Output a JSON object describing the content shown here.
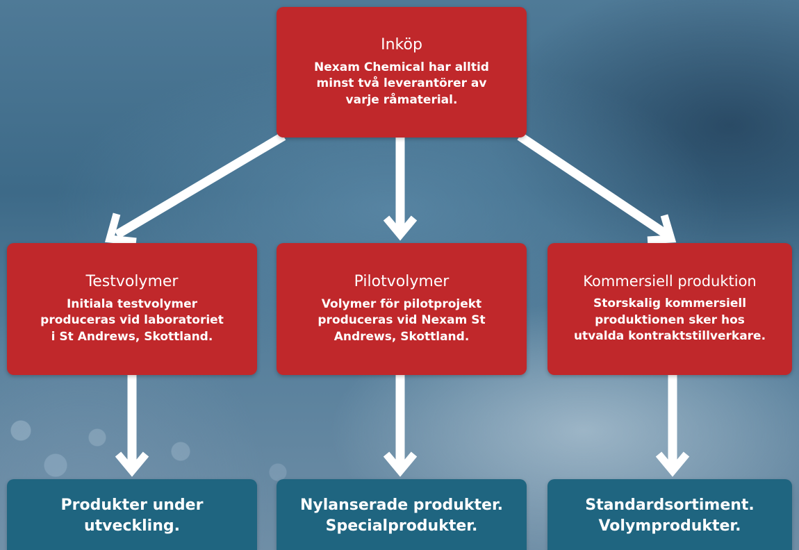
{
  "top": {
    "title": "Inköp",
    "description": "Nexam Chemical har alltid\nminst två leverantörer av\nvarje råmaterial."
  },
  "middle": [
    {
      "title": "Testvolymer",
      "description": "Initiala testvolymer\nproduceras vid laboratoriet\ni St Andrews, Skottland."
    },
    {
      "title": "Pilotvolymer",
      "description": "Volymer för pilotprojekt\nproduceras vid Nexam St\nAndrews, Skottland."
    },
    {
      "title": "Kommersiell produktion",
      "description": "Storskalig kommersiell\nproduktionen sker hos\nutvalda kontraktstillverkare."
    }
  ],
  "bottom": [
    {
      "text": "Produkter under\nutveckling."
    },
    {
      "text": "Nylanserade produkter.\nSpecialprodukter."
    },
    {
      "text": "Standardsortiment.\nVolymprodukter."
    }
  ],
  "colors": {
    "box_red": "#c0282b",
    "box_teal": "#1f6580",
    "arrow": "#ffffff"
  }
}
